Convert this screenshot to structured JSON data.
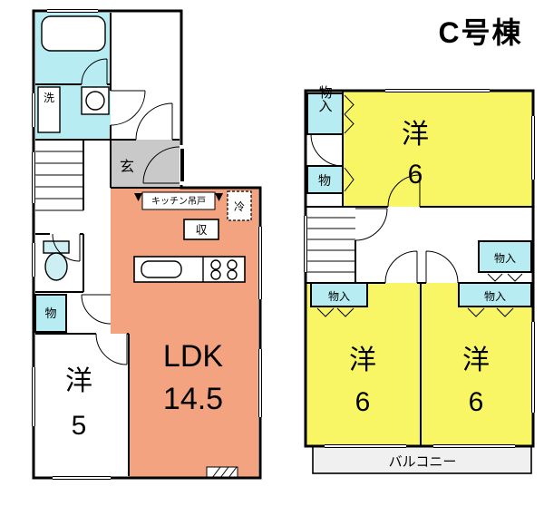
{
  "title": "C号棟",
  "colors": {
    "cyan": "#b6ecf2",
    "salmon": "#f3a380",
    "yellow": "#f9f666",
    "gray": "#c9c9c9",
    "balcony": "#f0f0f0",
    "wall": "#000000"
  },
  "floor1": {
    "genkan_label": "玄",
    "wash_label": "洗",
    "storage_label": "物",
    "room5": {
      "name": "洋",
      "size": "5"
    },
    "ldk": {
      "name": "LDK",
      "size": "14.5"
    },
    "kitchen_cabinet_label": "キッチン吊戸",
    "fridge_label": "冷",
    "closet_label": "収"
  },
  "floor2": {
    "closet_top_label": "物入",
    "storage_mid_label": "物",
    "room_top": {
      "name": "洋",
      "size": "6"
    },
    "hall_closet_label": "物入",
    "closet_left_label": "物入",
    "closet_right_label": "物入",
    "room_left": {
      "name": "洋",
      "size": "6"
    },
    "room_right": {
      "name": "洋",
      "size": "6"
    },
    "balcony_label": "バルコニー"
  }
}
